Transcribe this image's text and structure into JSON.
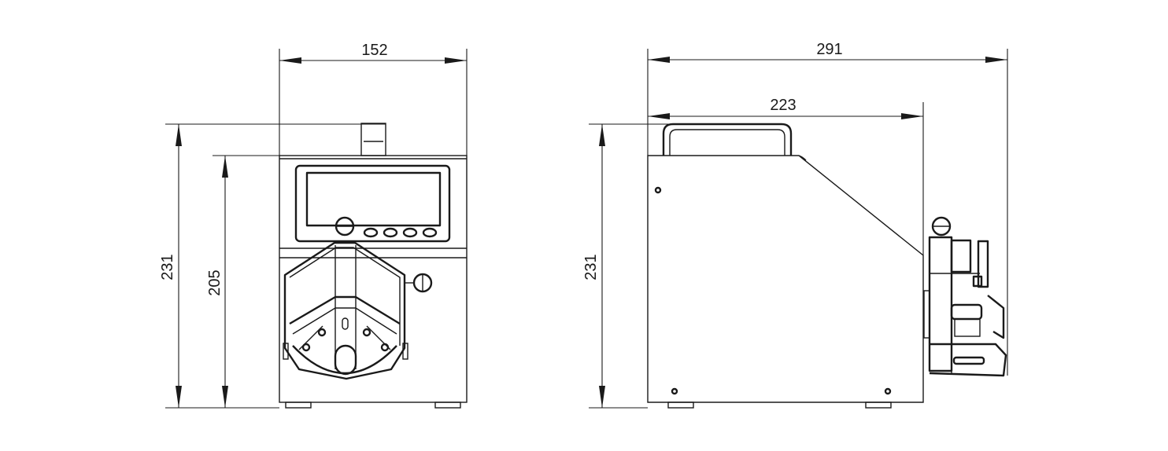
{
  "views": {
    "front": {
      "dimensions": {
        "width": "152",
        "total_height": "231",
        "body_height": "205"
      }
    },
    "side": {
      "dimensions": {
        "total_depth": "291",
        "body_depth": "223",
        "total_height": "231"
      }
    }
  },
  "colors": {
    "line": "#1a1a1a",
    "background": "#ffffff"
  }
}
